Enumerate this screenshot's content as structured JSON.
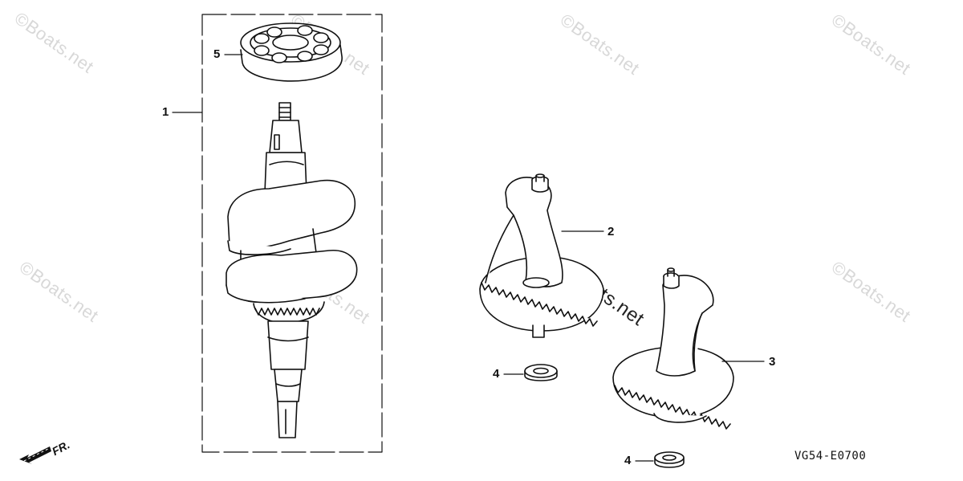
{
  "watermark": "©Boats.net",
  "callouts": {
    "c1": "1",
    "c2": "2",
    "c3": "3",
    "c4a": "4",
    "c4b": "4",
    "c5": "5"
  },
  "direction_label": "FR.",
  "diagram_code": "VG54-E0700",
  "colors": {
    "line": "#111111",
    "watermark": "#d8d8d8",
    "background": "#ffffff"
  }
}
